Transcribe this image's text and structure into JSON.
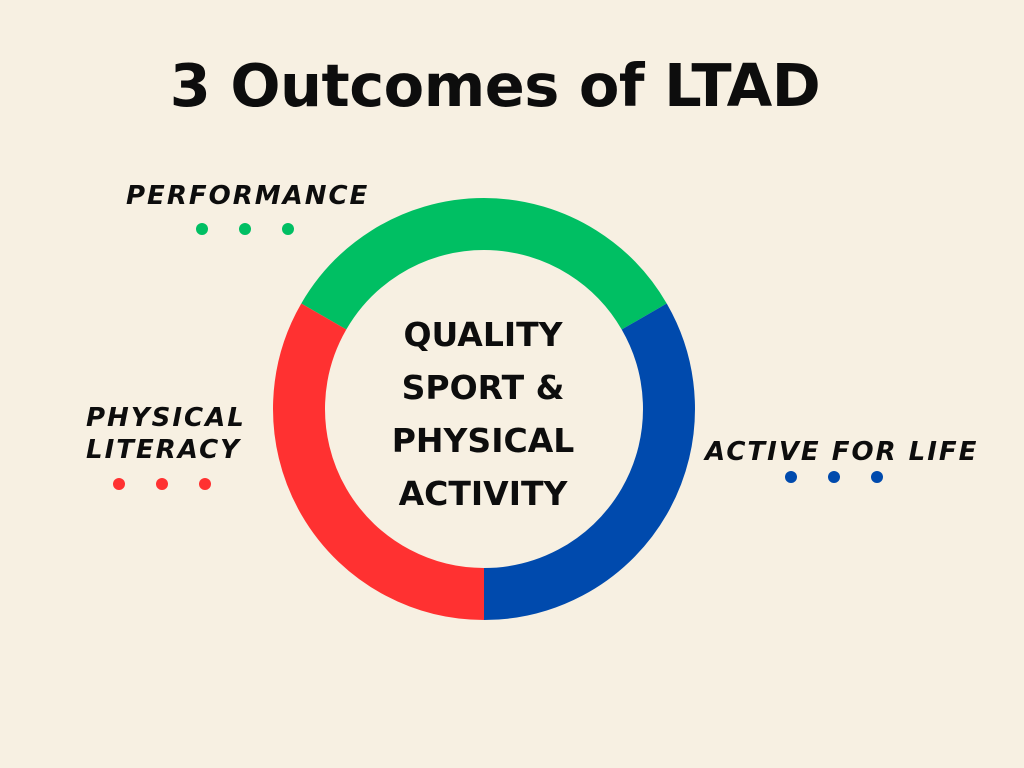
{
  "title": "3 Outcomes of LTAD",
  "center": {
    "lines": [
      "QUALITY",
      "SPORT &",
      "PHYSICAL",
      "ACTIVITY"
    ]
  },
  "outcomes": [
    {
      "key": "performance",
      "lines": [
        "PERFORMANCE"
      ],
      "color": "#00bf63"
    },
    {
      "key": "physical_literacy",
      "lines": [
        "PHYSICAL",
        "LITERACY"
      ],
      "color": "#ff3131"
    },
    {
      "key": "active_for_life",
      "lines": [
        "ACTIVE FOR LIFE"
      ],
      "color": "#004aad"
    }
  ],
  "background_color": "#f7f0e2"
}
